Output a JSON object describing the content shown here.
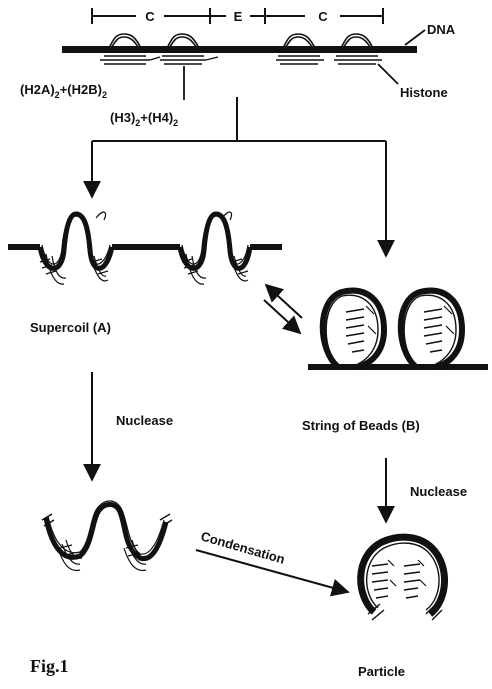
{
  "segments": {
    "core_left": "C",
    "linker": "E",
    "core_right": "C"
  },
  "labels": {
    "dna": "DNA",
    "histone": "Histone",
    "h2a_h2b": "(H2A)",
    "h2a_h2b_sub1": "2",
    "plus1": "+",
    "h2b": "(H2B)",
    "h2a_h2b_sub2": "2",
    "h3": "(H3)",
    "h3_sub": "2",
    "plus2": "+",
    "h4": "(H4)",
    "h4_sub": "2",
    "supercoil": "Supercoil (A)",
    "string_of_beads": "String of Beads (B)",
    "nuclease_left": "Nuclease",
    "nuclease_right": "Nuclease",
    "condensation": "Condensation",
    "particle": "Particle",
    "figure": "Fig.1"
  },
  "colors": {
    "ink": "#111111",
    "paper": "#ffffff"
  }
}
